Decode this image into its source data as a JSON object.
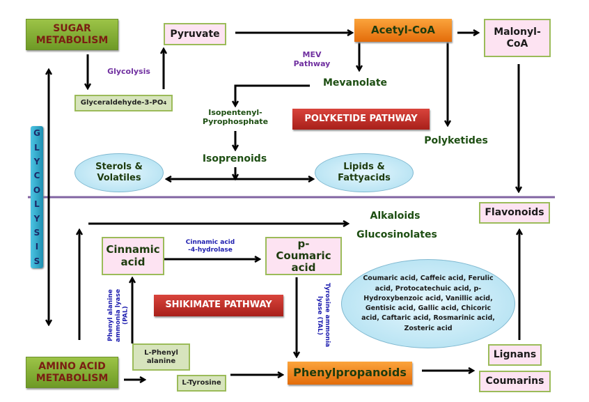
{
  "nodes": {
    "sugar_metabolism": "SUGAR METABOLISM",
    "pyruvate": "Pyruvate",
    "glyceraldehyde": "Glyceraldehyde-3-PO",
    "glyceraldehyde_sub": "4",
    "acetyl_coa": "Acetyl-CoA",
    "malonyl_coa": "Malonyl-CoA",
    "mevanolate": "Mevanolate",
    "isopentenyl": "Isopentenyl-Pyrophosphate",
    "isoprenoids": "Isoprenoids",
    "sterols": "Sterols & Volatiles",
    "lipids": "Lipids & Fattyacids",
    "polyketides": "Polyketides",
    "flavonoids": "Flavonoids",
    "alkaloids": "Alkaloids",
    "glucosinolates": "Glucosinolates",
    "cinnamic_acid": "Cinnamic acid",
    "p_coumaric_acid": "p-Coumaric acid",
    "l_phenylalanine": "L-Phenyl alanine",
    "l_tyrosine": "L-Tyrosine",
    "amino_acid_metabolism": "AMINO ACID METABOLISM",
    "phenylpropanoids": "Phenylpropanoids",
    "lignans": "Lignans",
    "coumarins": "Coumarins",
    "phenolic_acids": "Coumaric acid, Caffeic acid, Ferulic acid, Protocatechuic acid, p-Hydroxybenzoic acid, Vanillic acid, Gentisic acid, Gallic acid, Chicoric acid, Caftaric acid, Rosmarinic acid, Zosteric acid"
  },
  "labels": {
    "glycolysis": "Glycolysis",
    "mev_pathway": "MEV Pathway",
    "polyketide_pathway": "POLYKETIDE PATHWAY",
    "shikimate_pathway": "SHIKIMATE PATHWAY",
    "glycolysis_vertical": [
      "G",
      "L",
      "Y",
      "C",
      "O",
      "L",
      "Y",
      "S",
      "I",
      "S"
    ],
    "c4h": "Cinnamic acid -4-hydrolase",
    "pal": "Phenyl alanine ammonia lyase (PAL)",
    "tal": "Tyrosine ammonia lyase (TAL)"
  },
  "colors": {
    "arrow": "#000000",
    "divider": "#8064a2",
    "pathway_red": "#c0302a",
    "orange": "#f79646",
    "pink_box": "#fde3f2",
    "green_border": "#9bbb59",
    "glycolysis_blue": "#31b1d3"
  }
}
